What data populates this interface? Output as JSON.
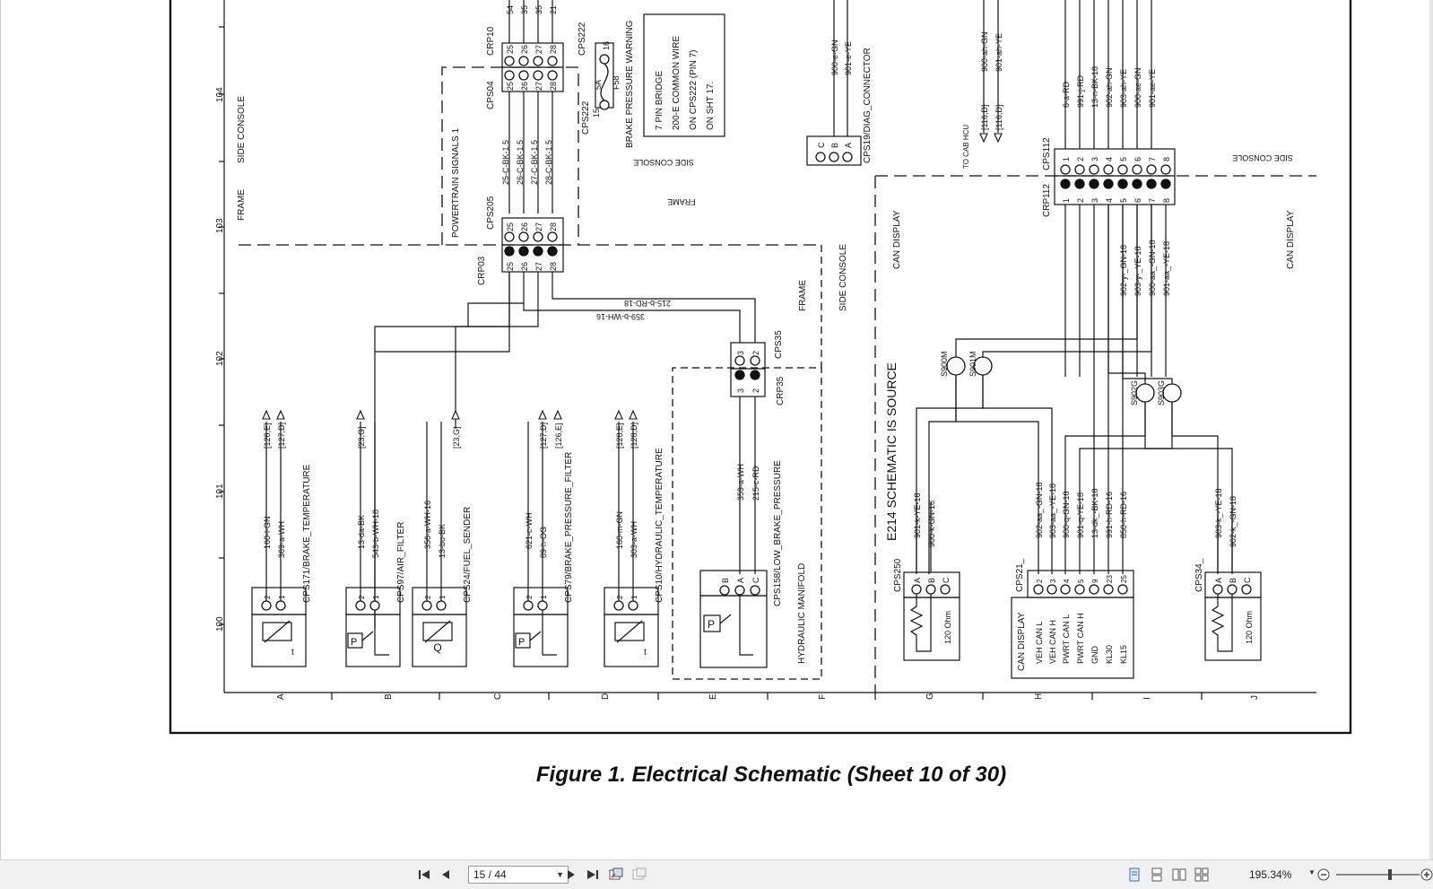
{
  "figure": {
    "caption": "Figure 1. Electrical Schematic (Sheet 10 of 30)",
    "row_labels": [
      "104",
      "103",
      "102",
      "101",
      "100"
    ],
    "column_labels": [
      "A",
      "B",
      "C",
      "D",
      "E",
      "F",
      "G",
      "H",
      "I",
      "J"
    ],
    "zones": {
      "side_console": "SIDE CONSOLE",
      "frame": "FRAME",
      "can_display": "CAN DISPLAY",
      "e214_source": "E214 SCHEMATIC IS SOURCE",
      "hydraulic_manifold": "HYDRAULIC MANIFOLD",
      "powertrain_signals": "POWERTRAIN SIGNALS 1",
      "brake_pressure_warning": "BRAKE PRESSURE WARNING",
      "to_cab_hcu": "TO CAB HCU"
    },
    "note_box": [
      "7 PIN BRIDGE",
      "200-E COMMON WIRE",
      "ON CPS222 (PIN 7)",
      "ON SHT 17."
    ],
    "connectors": {
      "crp10": "CRP10",
      "cps04": "CPS04",
      "cps205": "CPS205",
      "crp03": "CRP03",
      "cps222": "CPS222",
      "f58": "F58",
      "fuse_rating": "5A",
      "cps35": "CPS35",
      "crp35": "CRP35",
      "cps112": "CPS112",
      "crp112": "CRP112",
      "cps19": "CPS19/DIAG_CONNECTOR",
      "cps250": "CPS250",
      "cps21": "CPS21_",
      "cps34": "CPS34_",
      "s900m": "S900M",
      "s901m": "S901M",
      "s902g": "S902G",
      "s903g": "S903G"
    },
    "crp10_pins": [
      "25",
      "26",
      "27",
      "28"
    ],
    "cps04_pins": [
      "25",
      "26",
      "27",
      "28"
    ],
    "top_wires_crp10": [
      "54",
      "35",
      "35",
      "21"
    ],
    "powertrain_wires": [
      "25-C-BK-1.5",
      "26-C-BK-1.5",
      "27-C-BK-1.5",
      "28-C-BK-1.5"
    ],
    "cps222_pins": [
      "16",
      "15"
    ],
    "crp03_wires": [
      "215-b-RD-18",
      "359-b-WH-16"
    ],
    "cps35_pins": [
      "3",
      "2"
    ],
    "cps35_wires": [
      "359-a-WH",
      "215-c-RD"
    ],
    "cps158_pins": [
      "B",
      "A",
      "C"
    ],
    "diag_wires": [
      "900-e-GN",
      "901-e-YE"
    ],
    "diag_pins": [
      "C",
      "B",
      "A"
    ],
    "hcu_wires": [
      "900-ah-GN",
      "901-ah-YE"
    ],
    "hcu_refs": [
      "[116,D]",
      "[116,D]"
    ],
    "cps112_top_wires": [
      "6-a-RD",
      "991-j-RD",
      "13-n-BK-18",
      "902-ah-GN",
      "903-ah-YE",
      "900-ae-GN",
      "901-ae-YE"
    ],
    "cps112_pins": [
      "1",
      "2",
      "3",
      "4",
      "5",
      "6",
      "7",
      "8"
    ],
    "cps112_bottom_wires": [
      "902-y-_GN-18",
      "903-y-_YE-18",
      "900-aa_-GN-18",
      "901-aa_-YE-18"
    ],
    "sensors": [
      {
        "name": "CPS171/BRAKE_TEMPERATURE",
        "wires": [
          "160-l-GN",
          "369-a-WH"
        ],
        "refs": [
          "[128,E]",
          "[127,D]"
        ]
      },
      {
        "name": "CPS97/AIR_FILTER",
        "wires": [
          "13-da-BK",
          "543-b-WH-18"
        ],
        "refs": [
          "[23,G]"
        ]
      },
      {
        "name": "CPS24/FUEL_SENDER",
        "wires": [
          "356-a-WH-16",
          "13-bu-BK"
        ],
        "refs": [
          "[23,G]"
        ]
      },
      {
        "name": "CPS79/BRAKE_PRESSURE_FILTER",
        "wires": [
          "621-c-WH",
          "89-h-OG"
        ],
        "refs": [
          "[127,D]",
          "[126,E]"
        ]
      },
      {
        "name": "CPS10/HYDRAULIC_TEMPERATURE",
        "wires": [
          "160-m-GN",
          "303-a-WH"
        ],
        "refs": [
          "[128,E]",
          "[128,D]"
        ]
      },
      {
        "name": "CPS158/LOW_BRAKE_PRESSURE",
        "wires": [],
        "refs": []
      }
    ],
    "cps250_wires": [
      "901-k-YE-18",
      "900-k-GN-18"
    ],
    "cps34_wires": [
      "903-k_-YE-18",
      "902-k_-GN-18"
    ],
    "abc_pins": [
      "A",
      "B",
      "C"
    ],
    "resistor_label": "120 Ohm",
    "can_display_wires": [
      "902-aa_-GN-18",
      "903-aa_-YE-18",
      "900-q-GN-18",
      "901-q-YE-18",
      "13-dk_-BK-18",
      "991-h-RD-16",
      "850-h-RD-16"
    ],
    "can_display_pins": [
      "2",
      "3",
      "4",
      "5",
      "9",
      "23",
      "25"
    ],
    "can_display_signals": [
      "VEH CAN L",
      "VEH CAN H",
      "PWRT CAN L",
      "PWRT CAN H",
      "GND",
      "KL30",
      "KL15"
    ],
    "pin_labels_12": [
      "2",
      "1"
    ]
  },
  "toolbar": {
    "page_value": "15 / 44",
    "zoom_value": "195.34%"
  }
}
